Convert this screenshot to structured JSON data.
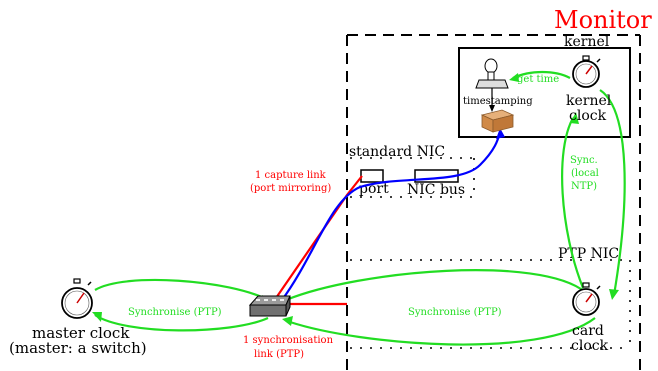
{
  "monitor": {
    "title": "Monitor"
  },
  "kernel": {
    "label": "kernel",
    "get_time": "get time",
    "timestamping": "timestamping",
    "kernel_clock_line1": "kernel",
    "kernel_clock_line2": "clock"
  },
  "standard_nic": {
    "label": "standard NIC",
    "port": "port",
    "nic_bus": "NIC bus"
  },
  "ptp_nic": {
    "label": "PTP NIC",
    "card_clock_line1": "card",
    "card_clock_line2": "clock"
  },
  "links": {
    "capture_line1": "1 capture link",
    "capture_line2": "(port mirroring)",
    "sync_link_line1": "1 synchronisation",
    "sync_link_line2": "link (PTP)"
  },
  "sync": {
    "left": "Synchronise (PTP)",
    "right": "Synchronise (PTP)",
    "local_line1": "Sync.",
    "local_line2": "(local",
    "local_line3": "NTP)"
  },
  "master": {
    "line1": "master clock",
    "line2": "(master: a switch)"
  },
  "colors": {
    "red": "#ff0000",
    "green": "#22dd22",
    "blue": "#0000ff",
    "black": "#000000"
  },
  "icons": [
    "stopwatch-icon",
    "network-switch-icon",
    "rubber-stamp-icon",
    "packet-box-icon"
  ]
}
